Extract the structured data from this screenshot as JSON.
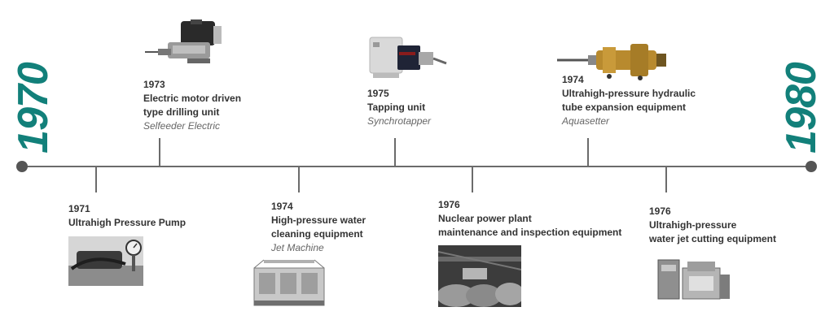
{
  "timeline": {
    "start_decade": "1970",
    "end_decade": "1980",
    "accent_color": "#12807a"
  },
  "events": [
    {
      "year": "1973",
      "name_lines": [
        "Electric motor driven",
        "type drilling unit"
      ],
      "product": "Selfeeder Electric",
      "side": "above",
      "image": "drilling-unit-photo"
    },
    {
      "year": "1975",
      "name_lines": [
        "Tapping unit"
      ],
      "product": "Synchrotapper",
      "side": "above",
      "image": "tapping-unit-photo"
    },
    {
      "year": "1974",
      "name_lines": [
        "Ultrahigh-pressure hydraulic",
        "tube expansion equipment"
      ],
      "product": "Aquasetter",
      "side": "above",
      "image": "tube-expansion-photo"
    },
    {
      "year": "1971",
      "name_lines": [
        "Ultrahigh Pressure Pump"
      ],
      "product": "",
      "side": "below",
      "image": "pressure-pump-photo"
    },
    {
      "year": "1974",
      "name_lines": [
        "High-pressure water",
        "cleaning equipment"
      ],
      "product": "Jet Machine",
      "side": "below",
      "image": "cleaning-equipment-photo"
    },
    {
      "year": "1976",
      "name_lines": [
        "Nuclear power plant",
        "maintenance and inspection equipment"
      ],
      "product": "",
      "side": "below",
      "image": "nuclear-plant-photo"
    },
    {
      "year": "1976",
      "name_lines": [
        "Ultrahigh-pressure",
        "water jet cutting equipment"
      ],
      "product": "",
      "side": "below",
      "image": "water-jet-cutter-photo"
    }
  ]
}
